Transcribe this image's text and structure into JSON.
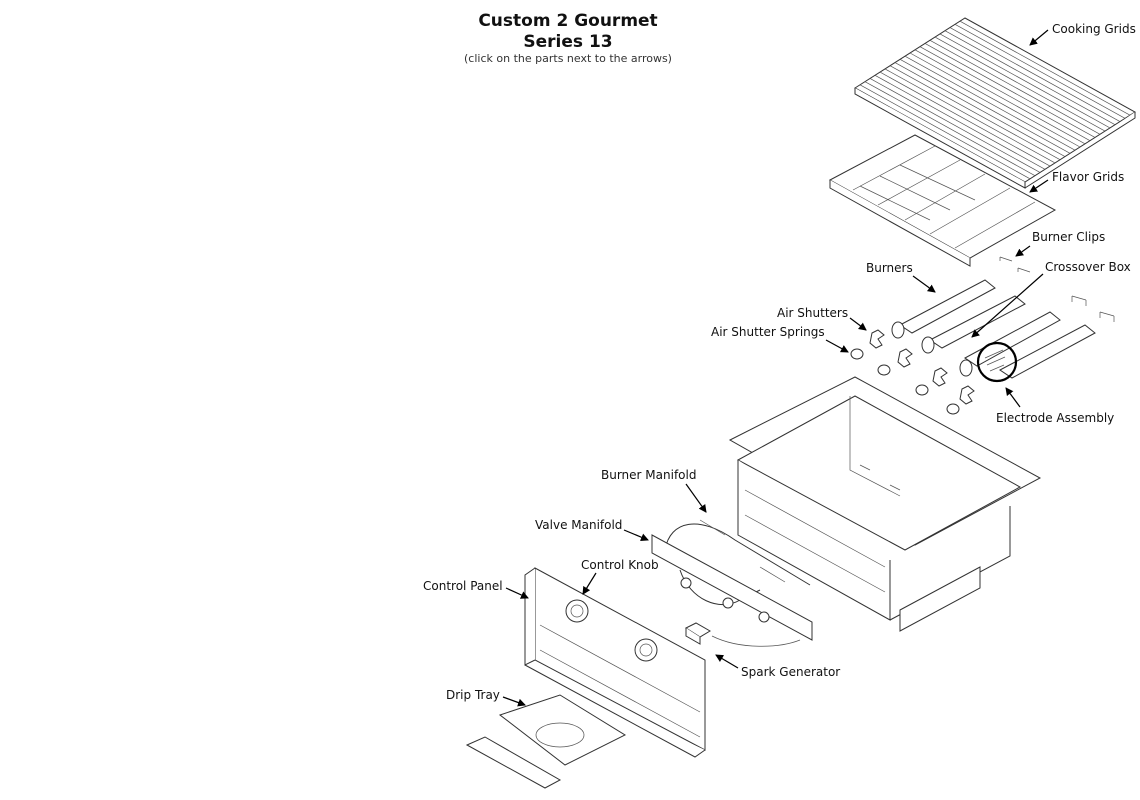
{
  "header": {
    "title_line1": "Custom 2 Gourmet",
    "title_line2": "Series 13",
    "subtitle": "(click on the parts next to the arrows)"
  },
  "parts": {
    "cooking_grids": "Cooking Grids",
    "flavor_grids": "Flavor Grids",
    "burner_clips": "Burner Clips",
    "crossover_box": "Crossover Box",
    "burners": "Burners",
    "air_shutters": "Air Shutters",
    "air_shutter_springs": "Air Shutter Springs",
    "electrode_assembly": "Electrode Assembly",
    "burner_manifold": "Burner Manifold",
    "valve_manifold": "Valve Manifold",
    "control_knob": "Control Knob",
    "control_panel": "Control Panel",
    "spark_generator": "Spark Generator",
    "drip_tray": "Drip Tray"
  }
}
